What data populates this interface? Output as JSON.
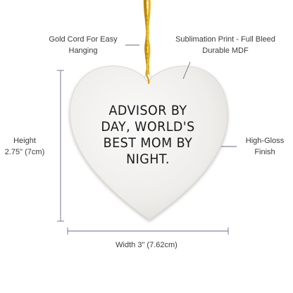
{
  "annotations": {
    "cord": [
      "Gold Cord For Easy",
      "Hanging"
    ],
    "print": [
      "Sublimation Print - Full Bleed",
      "Durable MDF"
    ],
    "height": [
      "Height",
      "2.75\" (7cm)"
    ],
    "gloss": [
      "High-Gloss",
      "Finish"
    ],
    "width": "Width 3\" (7.62cm)"
  },
  "ornament": {
    "message_lines": [
      "ADVISOR BY",
      "DAY, WORLD'S",
      "BEST MOM BY",
      "NIGHT."
    ]
  },
  "colors": {
    "cord": "#d4a21a",
    "heart_fill": "#ebe9e6",
    "guide_lines": "#6a6a8a"
  }
}
